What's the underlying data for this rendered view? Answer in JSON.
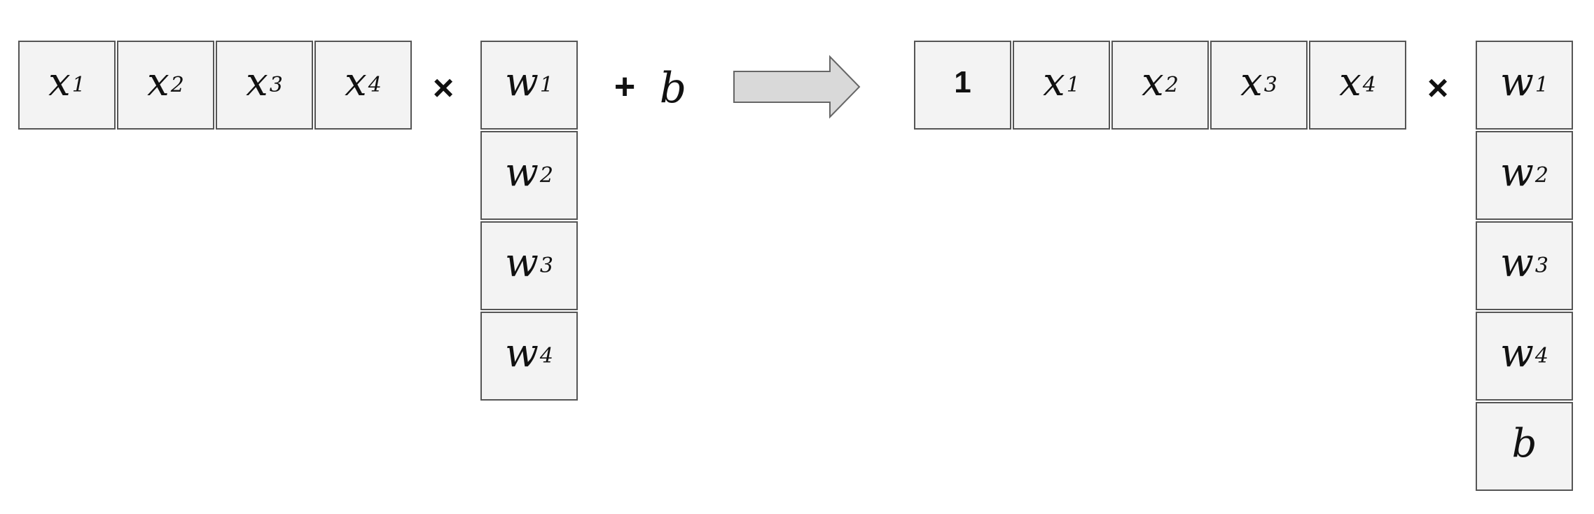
{
  "left": {
    "row": [
      {
        "base": "x",
        "sub": "1"
      },
      {
        "base": "x",
        "sub": "2"
      },
      {
        "base": "x",
        "sub": "3"
      },
      {
        "base": "x",
        "sub": "4"
      }
    ],
    "times": "×",
    "column": [
      {
        "base": "w",
        "sub": "1"
      },
      {
        "base": "w",
        "sub": "2"
      },
      {
        "base": "w",
        "sub": "3"
      },
      {
        "base": "w",
        "sub": "4"
      }
    ],
    "plus": "+",
    "bias": "b"
  },
  "right": {
    "row": [
      {
        "base": "1",
        "sub": ""
      },
      {
        "base": "x",
        "sub": "1"
      },
      {
        "base": "x",
        "sub": "2"
      },
      {
        "base": "x",
        "sub": "3"
      },
      {
        "base": "x",
        "sub": "4"
      }
    ],
    "times": "×",
    "column": [
      {
        "base": "w",
        "sub": "1"
      },
      {
        "base": "w",
        "sub": "2"
      },
      {
        "base": "w",
        "sub": "3"
      },
      {
        "base": "w",
        "sub": "4"
      },
      {
        "base": "b",
        "sub": ""
      }
    ]
  },
  "colors": {
    "cell_fill": "#f3f3f3",
    "cell_border": "#555555",
    "arrow_fill": "#d9d9d9",
    "arrow_stroke": "#666666"
  }
}
